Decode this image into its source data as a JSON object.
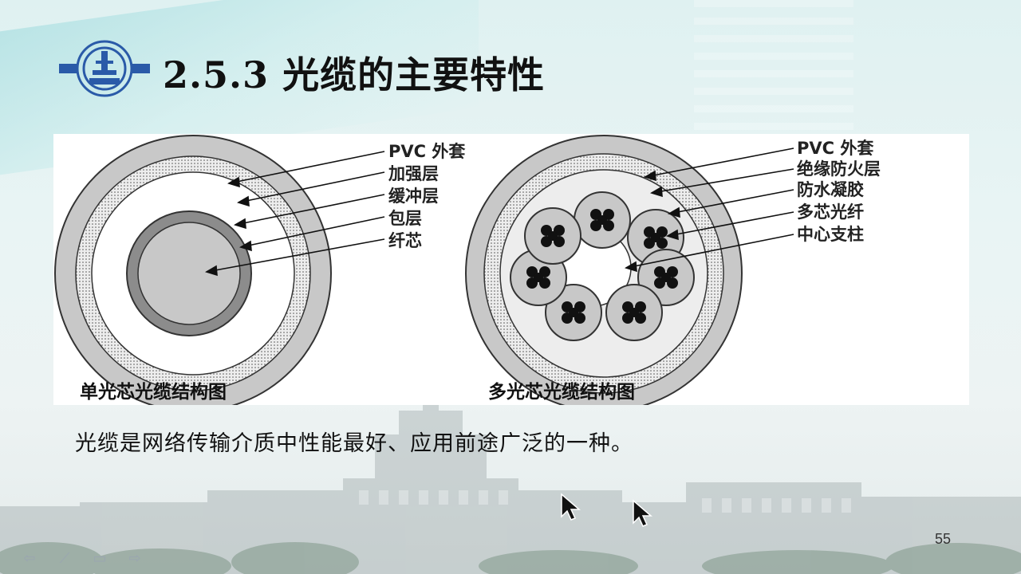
{
  "slide": {
    "title": "2.5.3 光缆的主要特性",
    "body_text": "光缆是网络传输介质中性能最好、应用前途广泛的一种。",
    "page_number": "55",
    "logo_icon": "university-emblem-icon"
  },
  "diagram_single": {
    "caption": "单光芯光缆结构图",
    "labels": [
      "PVC 外套",
      "加强层",
      "缓冲层",
      "包层",
      "纤芯"
    ]
  },
  "diagram_multi": {
    "caption": "多光芯光缆结构图",
    "labels": [
      "PVC 外套",
      "绝缘防火层",
      "防水凝胶",
      "多芯光纤",
      "中心支柱"
    ]
  },
  "nav_icons": [
    "prev-arrow-icon",
    "pen-icon",
    "slide-menu-icon",
    "next-arrow-icon"
  ],
  "colors": {
    "background": "#e6f3f3",
    "jacket_gray": "#c8c8c8",
    "core_gray": "#8c8c8c"
  }
}
